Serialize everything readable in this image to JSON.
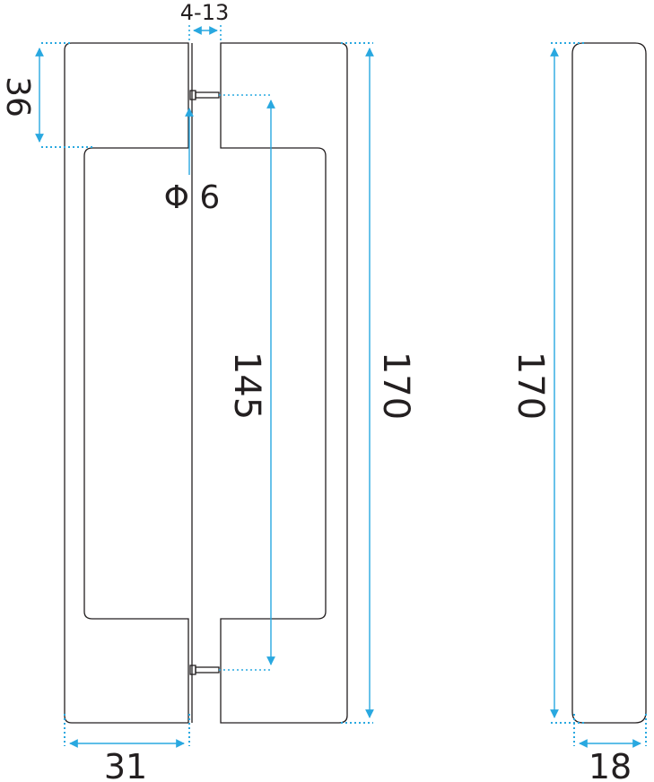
{
  "colors": {
    "outline": "#231f20",
    "dimension": "#29a8e0",
    "background": "#ffffff"
  },
  "dimensions": {
    "glass_thickness": "4-13",
    "mounting_height": "36",
    "screw_diameter": "Φ 6",
    "center_to_center": "145",
    "overall_length_front": "170",
    "overall_length_side": "170",
    "projection": "31",
    "bar_width": "18"
  }
}
